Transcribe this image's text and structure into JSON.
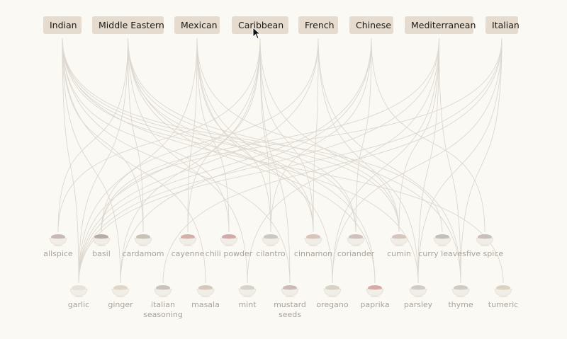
{
  "cuisines": [
    {
      "id": "indian",
      "label": "Indian"
    },
    {
      "id": "middle-eastern",
      "label": "Middle Eastern"
    },
    {
      "id": "mexican",
      "label": "Mexican"
    },
    {
      "id": "caribbean",
      "label": "Caribbean"
    },
    {
      "id": "french",
      "label": "French"
    },
    {
      "id": "chinese",
      "label": "Chinese"
    },
    {
      "id": "mediterranean",
      "label": "Mediterranean"
    },
    {
      "id": "italian",
      "label": "Italian"
    }
  ],
  "spices_row1": [
    {
      "id": "allspice",
      "label": "allspice",
      "color": "#c9b9b5"
    },
    {
      "id": "basil",
      "label": "basil",
      "color": "#b7aca4"
    },
    {
      "id": "cardamom",
      "label": "cardamom",
      "color": "#c7c1b6"
    },
    {
      "id": "cayenne",
      "label": "cayenne",
      "color": "#d4b0ab"
    },
    {
      "id": "chili-powder",
      "label": "chili powder",
      "color": "#d0aaa6"
    },
    {
      "id": "cilantro",
      "label": "cilantro",
      "color": "#cbc8c2"
    },
    {
      "id": "cinnamon",
      "label": "cinnamon",
      "color": "#d8c4b9"
    },
    {
      "id": "coriander",
      "label": "coriander",
      "color": "#cfc2bc"
    },
    {
      "id": "cumin",
      "label": "cumin",
      "color": "#d6c5bd"
    },
    {
      "id": "curry-leaves",
      "label": "curry leaves",
      "color": "#c2c1b8"
    },
    {
      "id": "five-spice",
      "label": "five spice",
      "color": "#c9bdbd"
    }
  ],
  "spices_row2": [
    {
      "id": "garlic",
      "label": "garlic",
      "color": "#e6e3dc"
    },
    {
      "id": "ginger",
      "label": "ginger",
      "color": "#e0d6c6"
    },
    {
      "id": "italian-seasoning",
      "label": "italian seasoning",
      "color": "#c9c1bc"
    },
    {
      "id": "masala",
      "label": "masala",
      "color": "#d7c7bd"
    },
    {
      "id": "mint",
      "label": "mint",
      "color": "#d6d3cb"
    },
    {
      "id": "mustard-seeds",
      "label": "mustard seeds",
      "color": "#cdb9b5"
    },
    {
      "id": "oregano",
      "label": "oregano",
      "color": "#d8d2c4"
    },
    {
      "id": "paprika",
      "label": "paprika",
      "color": "#d7aaa9"
    },
    {
      "id": "parsley",
      "label": "parsley",
      "color": "#cfcbc6"
    },
    {
      "id": "thyme",
      "label": "thyme",
      "color": "#cfcbc3"
    },
    {
      "id": "tumeric",
      "label": "tumeric",
      "color": "#ddd1c1"
    }
  ],
  "links": [
    [
      "indian",
      "garlic"
    ],
    [
      "indian",
      "cardamom"
    ],
    [
      "indian",
      "cumin"
    ],
    [
      "indian",
      "coriander"
    ],
    [
      "indian",
      "masala"
    ],
    [
      "indian",
      "mustard-seeds"
    ],
    [
      "indian",
      "tumeric"
    ],
    [
      "indian",
      "curry-leaves"
    ],
    [
      "indian",
      "chili-powder"
    ],
    [
      "indian",
      "ginger"
    ],
    [
      "indian",
      "cinnamon"
    ],
    [
      "middle-eastern",
      "allspice"
    ],
    [
      "middle-eastern",
      "cumin"
    ],
    [
      "middle-eastern",
      "coriander"
    ],
    [
      "middle-eastern",
      "mint"
    ],
    [
      "middle-eastern",
      "parsley"
    ],
    [
      "middle-eastern",
      "cinnamon"
    ],
    [
      "middle-eastern",
      "garlic"
    ],
    [
      "middle-eastern",
      "cardamom"
    ],
    [
      "middle-eastern",
      "paprika"
    ],
    [
      "mexican",
      "cayenne"
    ],
    [
      "mexican",
      "chili-powder"
    ],
    [
      "mexican",
      "cilantro"
    ],
    [
      "mexican",
      "cumin"
    ],
    [
      "mexican",
      "oregano"
    ],
    [
      "mexican",
      "garlic"
    ],
    [
      "mexican",
      "paprika"
    ],
    [
      "caribbean",
      "allspice"
    ],
    [
      "caribbean",
      "cayenne"
    ],
    [
      "caribbean",
      "thyme"
    ],
    [
      "caribbean",
      "ginger"
    ],
    [
      "caribbean",
      "garlic"
    ],
    [
      "caribbean",
      "cilantro"
    ],
    [
      "caribbean",
      "cinnamon"
    ],
    [
      "caribbean",
      "mustard-seeds"
    ],
    [
      "french",
      "thyme"
    ],
    [
      "french",
      "parsley"
    ],
    [
      "french",
      "basil"
    ],
    [
      "french",
      "garlic"
    ],
    [
      "french",
      "cinnamon"
    ],
    [
      "chinese",
      "five-spice"
    ],
    [
      "chinese",
      "ginger"
    ],
    [
      "chinese",
      "garlic"
    ],
    [
      "chinese",
      "cilantro"
    ],
    [
      "chinese",
      "coriander"
    ],
    [
      "mediterranean",
      "basil"
    ],
    [
      "mediterranean",
      "oregano"
    ],
    [
      "mediterranean",
      "thyme"
    ],
    [
      "mediterranean",
      "mint"
    ],
    [
      "mediterranean",
      "parsley"
    ],
    [
      "mediterranean",
      "garlic"
    ],
    [
      "mediterranean",
      "cumin"
    ],
    [
      "italian",
      "basil"
    ],
    [
      "italian",
      "oregano"
    ],
    [
      "italian",
      "italian-seasoning"
    ],
    [
      "italian",
      "garlic"
    ],
    [
      "italian",
      "parsley"
    ],
    [
      "italian",
      "thyme"
    ]
  ]
}
